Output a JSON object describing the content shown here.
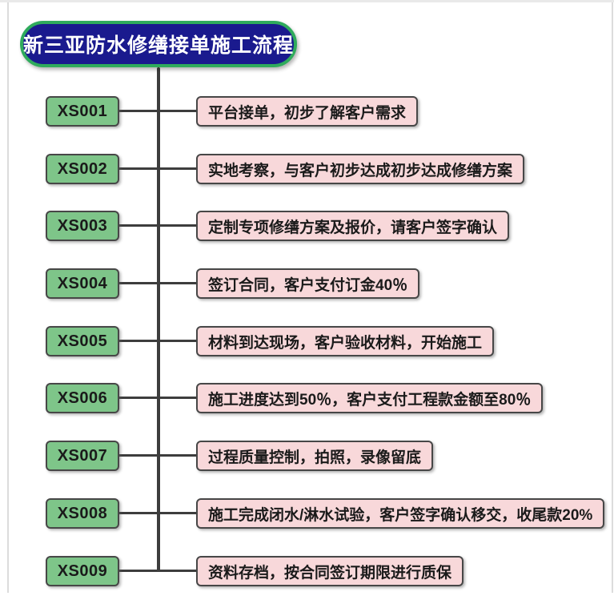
{
  "title": {
    "label": "新三亚防水修缮接单施工流程"
  },
  "colors": {
    "title_fill": "#1a1a8e",
    "title_border": "#2fab5c",
    "title_text": "#ffffff",
    "code_box_fill": "#7ec589",
    "desc_box_fill": "#f8d8da",
    "box_border": "#474747",
    "connector_line": "#3d3d3d",
    "body_text": "#1a1a1a"
  },
  "steps": [
    {
      "code": "XS001",
      "label": "平台接单，初步了解客户需求"
    },
    {
      "code": "XS002",
      "label": "实地考察，与客户初步达成初步达成修缮方案"
    },
    {
      "code": "XS003",
      "label": "定制专项修缮方案及报价，请客户签字确认"
    },
    {
      "code": "XS004",
      "label": "签订合同，客户支付订金40％"
    },
    {
      "code": "XS005",
      "label": "材料到达现场，客户验收材料，开始施工"
    },
    {
      "code": "XS006",
      "label": "施工进度达到50％，客户支付工程款金额至80％"
    },
    {
      "code": "XS007",
      "label": "过程质量控制，拍照，录像留底"
    },
    {
      "code": "XS008",
      "label": "施工完成闭水/淋水试验，客户签字确认移交，收尾款20%"
    },
    {
      "code": "XS009",
      "label": "资料存档，按合同签订期限进行质保"
    }
  ]
}
